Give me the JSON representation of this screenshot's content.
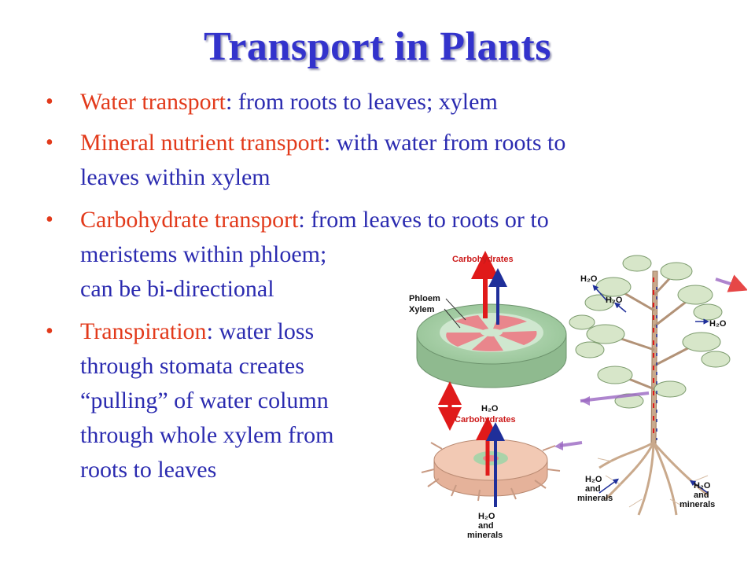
{
  "slide": {
    "title": "Transport in Plants"
  },
  "bullets": [
    {
      "term": "Water transport",
      "lines": [
        ": from roots to leaves; xylem"
      ]
    },
    {
      "term": "Mineral nutrient transport",
      "lines": [
        ": with water from roots to",
        "leaves within xylem"
      ]
    },
    {
      "term": "Carbohydrate transport",
      "lines": [
        ": from leaves to roots or to",
        "meristems within phloem;",
        "can be bi-directional"
      ]
    },
    {
      "term": "Transpiration",
      "lines": [
        ": water loss",
        "through stomata creates",
        "“pulling” of water column",
        "through whole xylem from",
        "roots to leaves"
      ]
    }
  ],
  "figure": {
    "labels": {
      "carbohydrates_top": "Carbohydrates",
      "phloem": "Phloem",
      "xylem": "Xylem",
      "h2o_mid": "H₂O",
      "carbohydrates_mid": "Carbohydrates",
      "h2o_bottom": "H₂O",
      "and_bottom": "and",
      "minerals_bottom": "minerals",
      "h2o_leaf_left": "H₂O",
      "h2o_leaf_inner": "H₂O",
      "h2o_leaf_right": "H₂O",
      "h2o_root_left": "H₂O",
      "and_root_left": "and",
      "minerals_root_left": "minerals",
      "h2o_root_right": "H₂O",
      "and_root_right": "and",
      "minerals_root_right": "minerals"
    },
    "colors": {
      "carbohydrate_arrow": "#e01a1a",
      "water_arrow": "#1f2f9a",
      "stem_section": "#a9d3a9",
      "root_section": "#f2c9b4",
      "phloem_fill": "#e9868c",
      "transpiration_arrow": "#9a66c2"
    }
  }
}
